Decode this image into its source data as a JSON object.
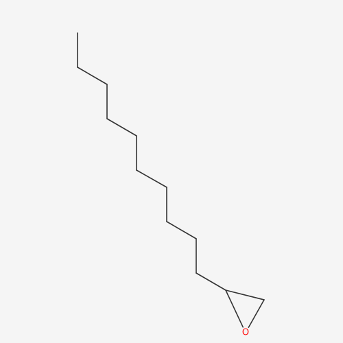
{
  "molecule": {
    "atoms": [
      {
        "element": "C"
      },
      {
        "element": "C"
      },
      {
        "element": "C"
      },
      {
        "element": "C"
      },
      {
        "element": "C"
      },
      {
        "element": "C"
      },
      {
        "element": "C"
      },
      {
        "element": "C"
      },
      {
        "element": "C"
      },
      {
        "element": "C"
      },
      {
        "element": "C"
      },
      {
        "element": "C"
      },
      {
        "element": "O",
        "label": "O",
        "color": "#ff0d0d"
      }
    ],
    "bonds": [
      [
        0,
        1
      ],
      [
        1,
        2
      ],
      [
        2,
        3
      ],
      [
        3,
        4
      ],
      [
        4,
        5
      ],
      [
        5,
        6
      ],
      [
        6,
        7
      ],
      [
        7,
        8
      ],
      [
        8,
        9
      ],
      [
        9,
        10
      ],
      [
        10,
        11
      ],
      [
        10,
        12
      ],
      [
        11,
        12
      ]
    ],
    "bond_color": "#333333"
  }
}
